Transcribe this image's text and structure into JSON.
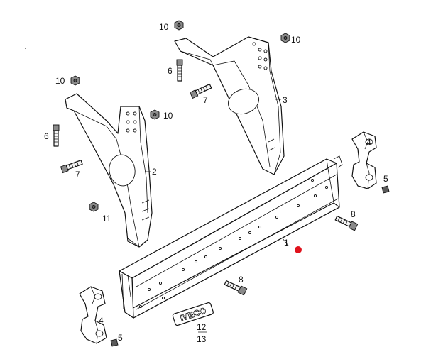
{
  "labels": {
    "crossmember": "1",
    "bracket_left": "2",
    "bracket_right": "3",
    "handle_right": "4",
    "handle_left": "4",
    "pin_right": "5",
    "pin_left": "5",
    "bolt_6_top": "6",
    "bolt_6_left": "6",
    "bolt_7_top": "7",
    "bolt_7_left": "7",
    "bolt_8_right": "8",
    "bolt_8_bottom": "8",
    "nut_10_top": "10",
    "nut_10_topright": "10",
    "nut_10_left": "10",
    "nut_10_mid": "10",
    "nut_11": "11",
    "logo_part": "12",
    "logo_part_alt": "13"
  },
  "logo_text": "IVECO",
  "marker_color": "#e0121c"
}
